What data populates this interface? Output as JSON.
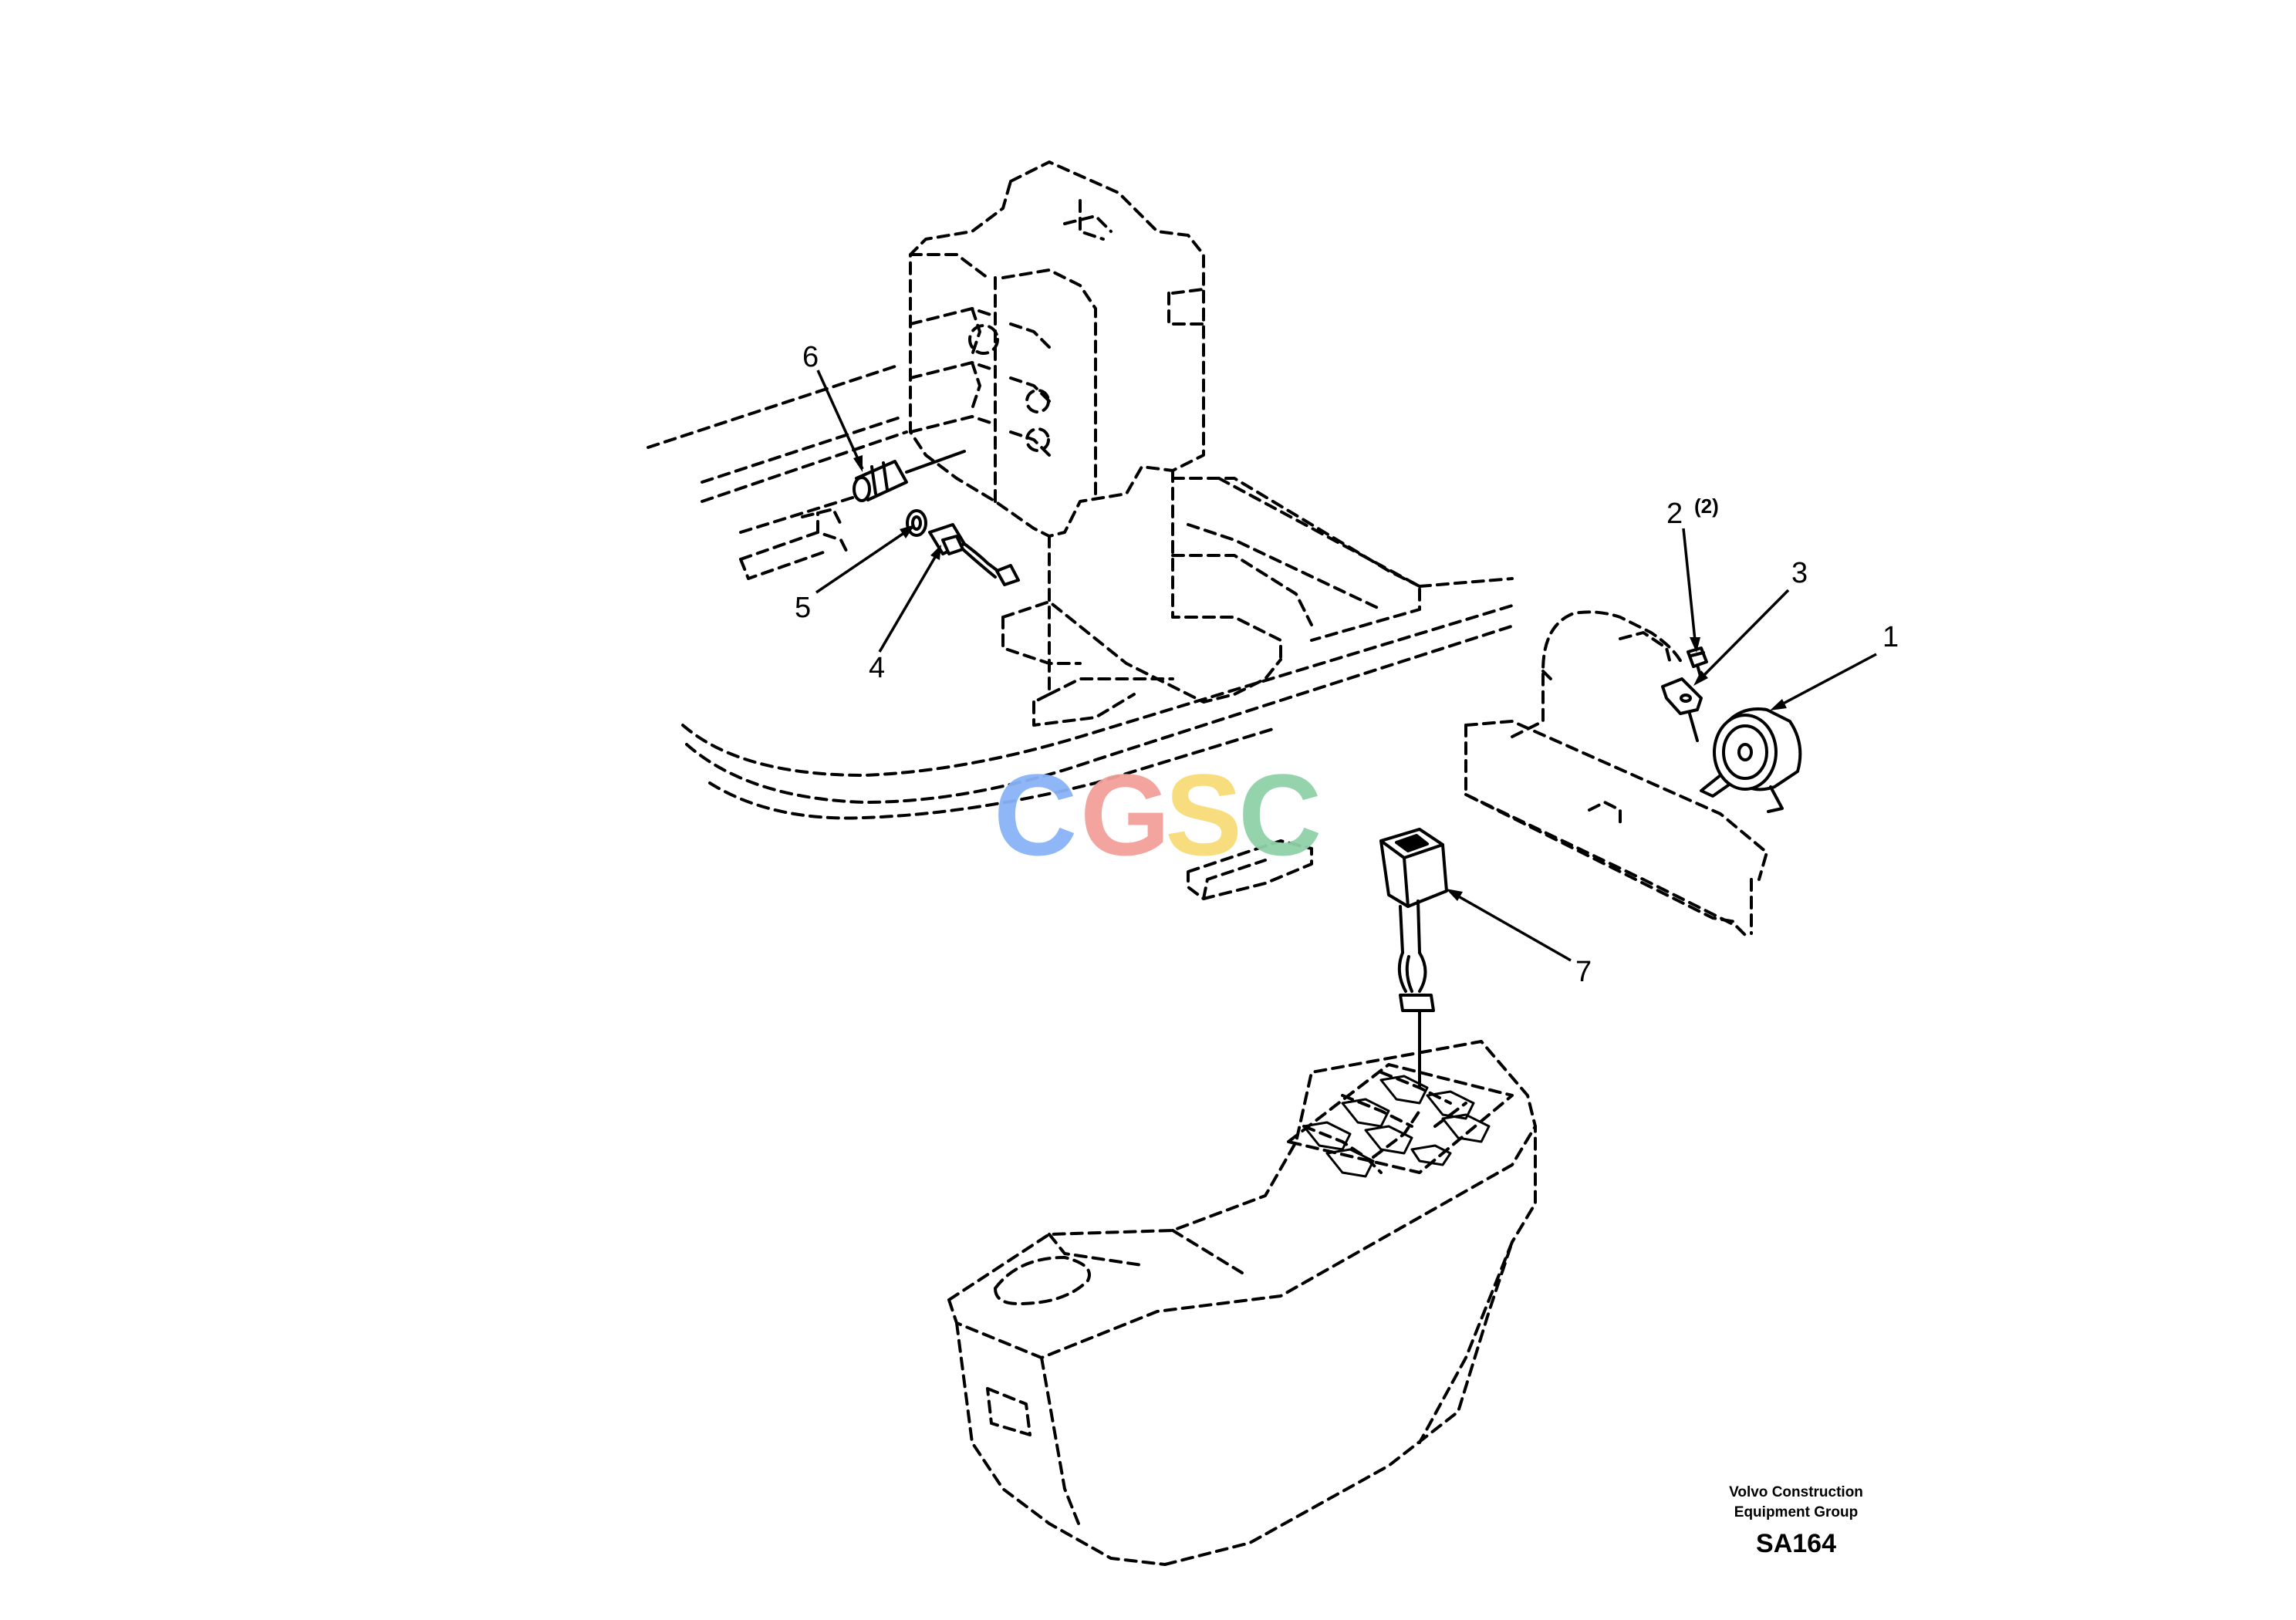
{
  "callouts": {
    "c1": "1",
    "c2": "2",
    "c2_qty": "(2)",
    "c3": "3",
    "c4": "4",
    "c5": "5",
    "c6": "6",
    "c7": "7"
  },
  "footer": {
    "line1": "Volvo Construction",
    "line2": "Equipment Group",
    "code": "SA164"
  },
  "watermark": {
    "letters": [
      "C",
      "G",
      "S",
      "C"
    ],
    "colors": [
      "#8ab4f8",
      "#f4a09a",
      "#f8dc78",
      "#8fd1a8"
    ]
  }
}
